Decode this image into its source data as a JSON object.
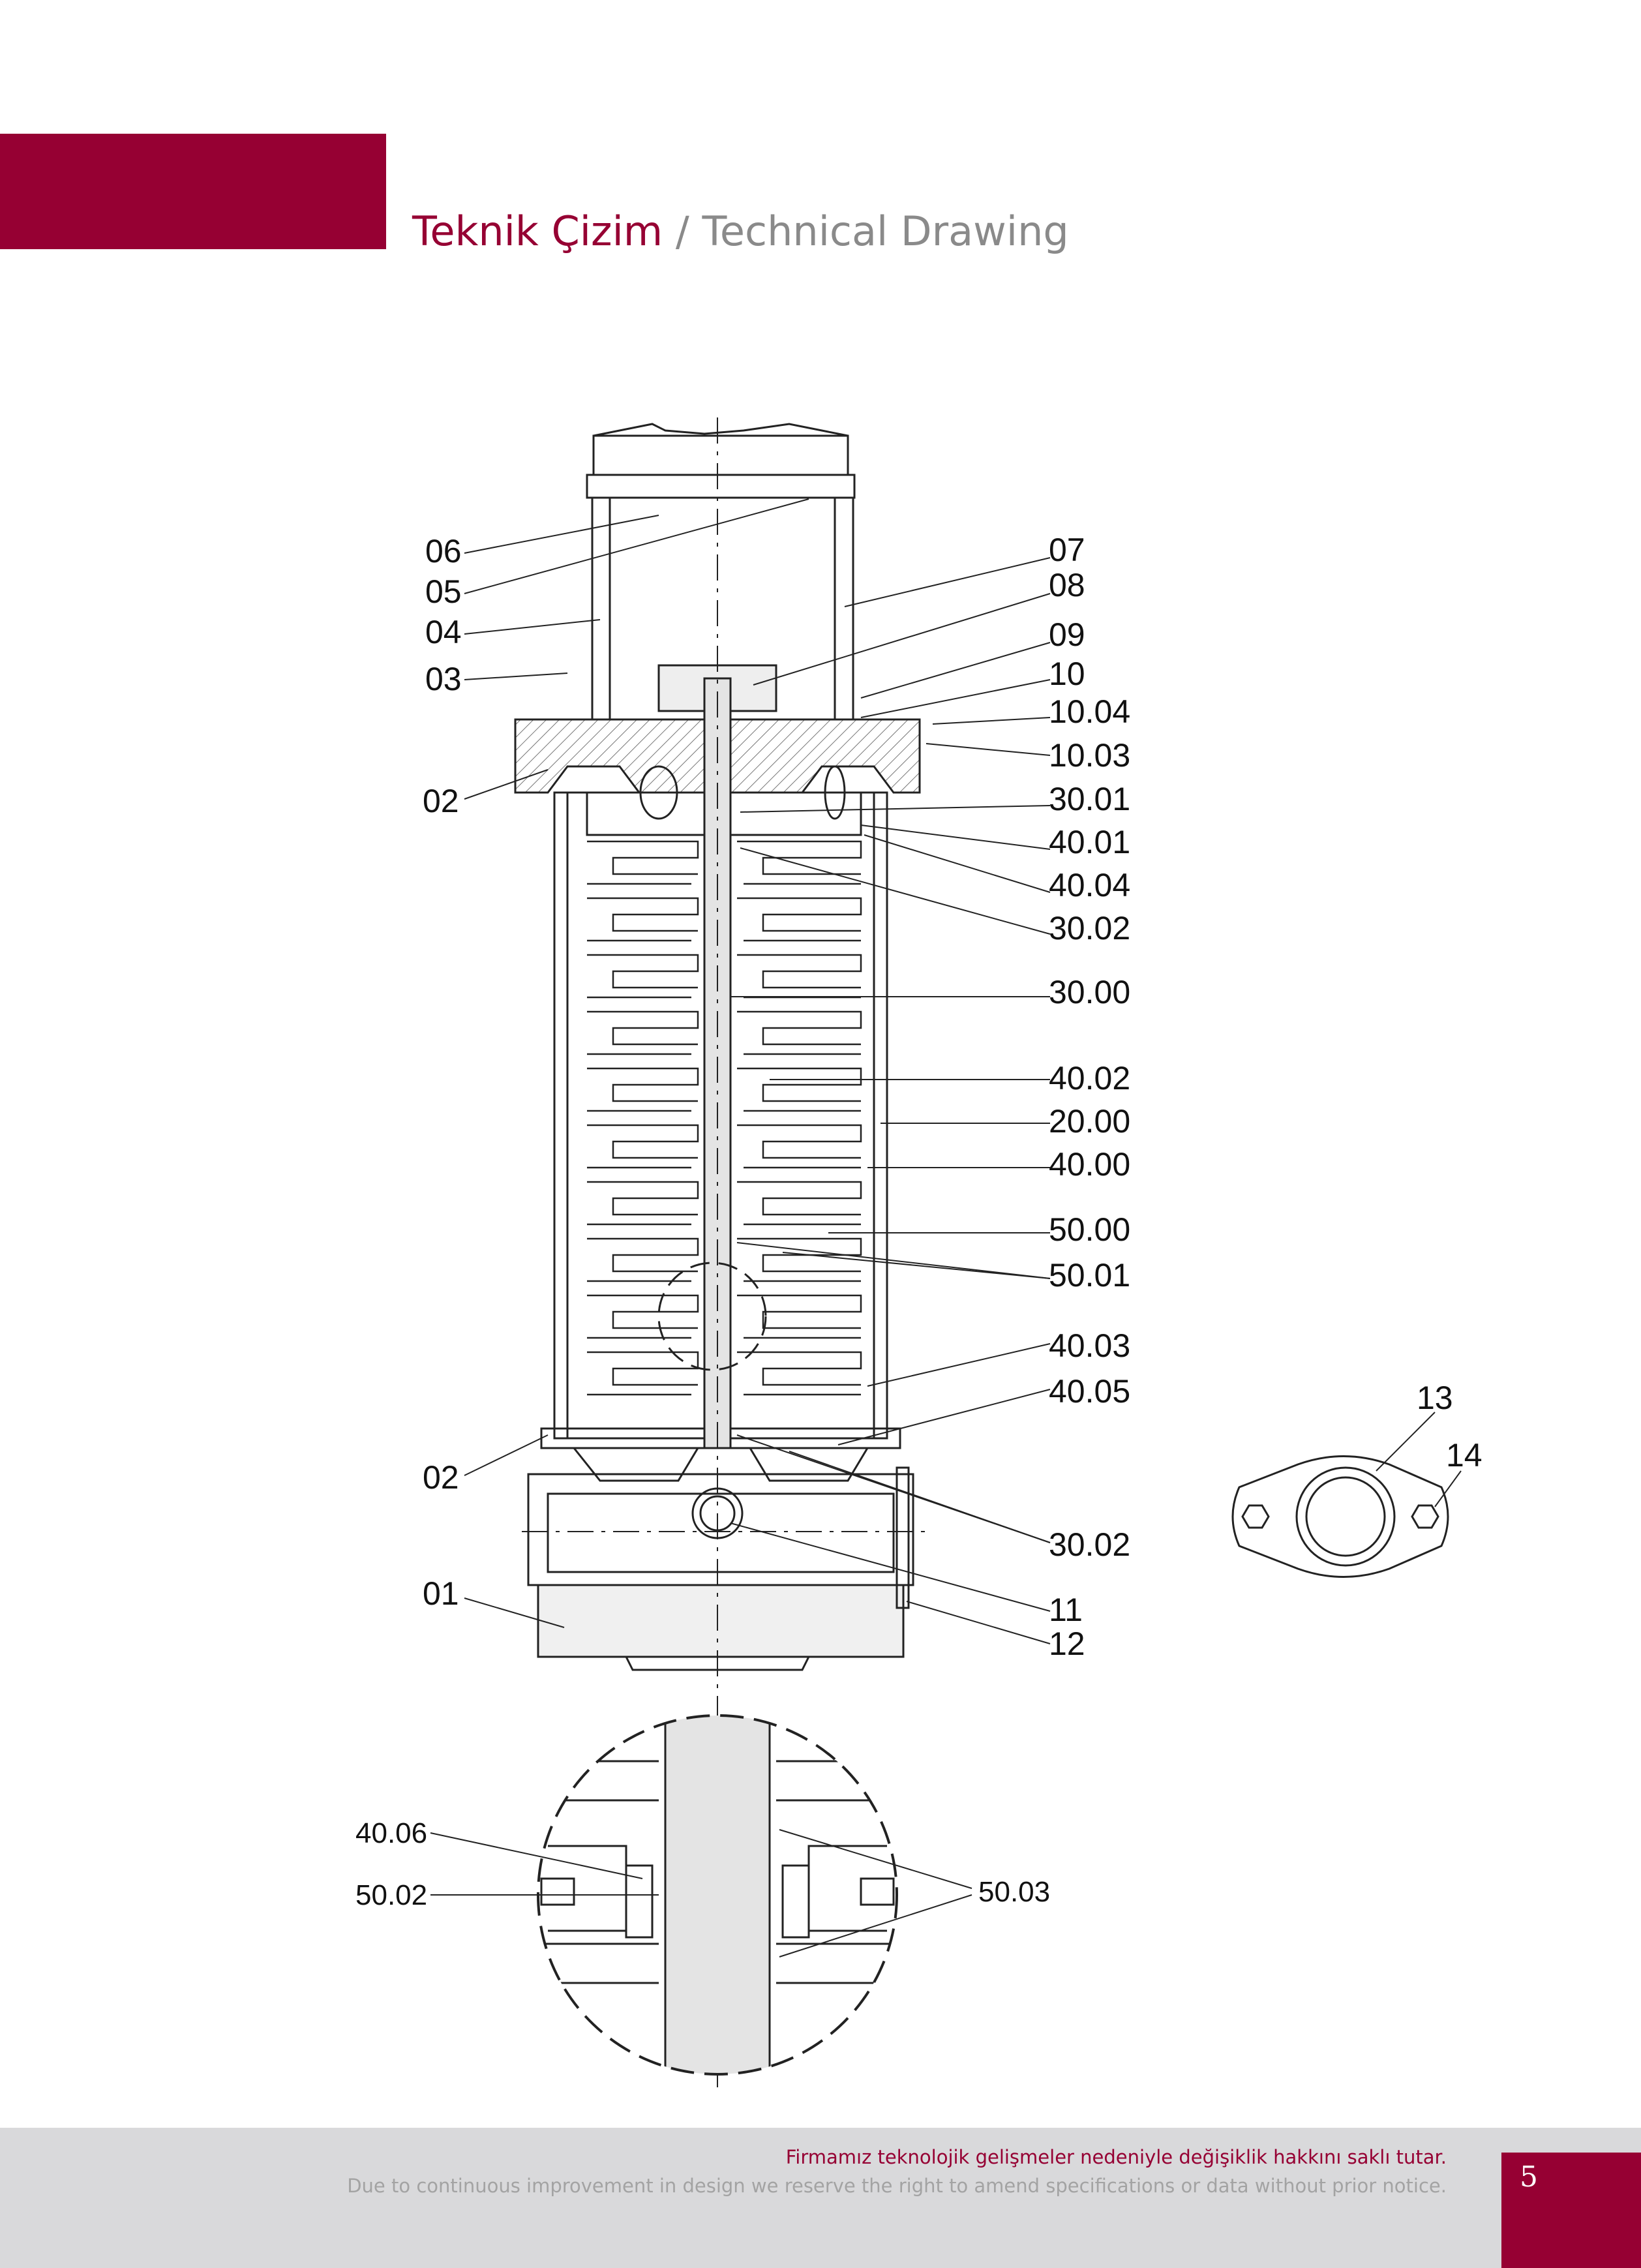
{
  "header": {
    "title_tr": "Teknik Çizim",
    "separator": "/",
    "title_en": "Technical Drawing"
  },
  "callouts": {
    "left": [
      "06",
      "05",
      "04",
      "03",
      "02",
      "02",
      "01"
    ],
    "right": [
      "07",
      "08",
      "09",
      "10",
      "10.04",
      "10.03",
      "30.01",
      "40.01",
      "40.04",
      "30.02",
      "30.00",
      "40.02",
      "20.00",
      "40.00",
      "50.00",
      "50.01",
      "40.03",
      "40.05",
      "30.02",
      "11",
      "12"
    ],
    "flange": [
      "13",
      "14"
    ],
    "detail": [
      "40.06",
      "50.02",
      "50.03"
    ]
  },
  "footer": {
    "note_tr": "Firmamız teknolojik gelişmeler nedeniyle değişiklik hakkını saklı tutar.",
    "note_en": "Due to continuous improvement in design we reserve the right to amend specifications or data without prior notice.",
    "page_number": "5"
  },
  "colors": {
    "brand": "#960033",
    "footer_bg": "#d9d9db",
    "muted_text": "#8a8a8a"
  }
}
